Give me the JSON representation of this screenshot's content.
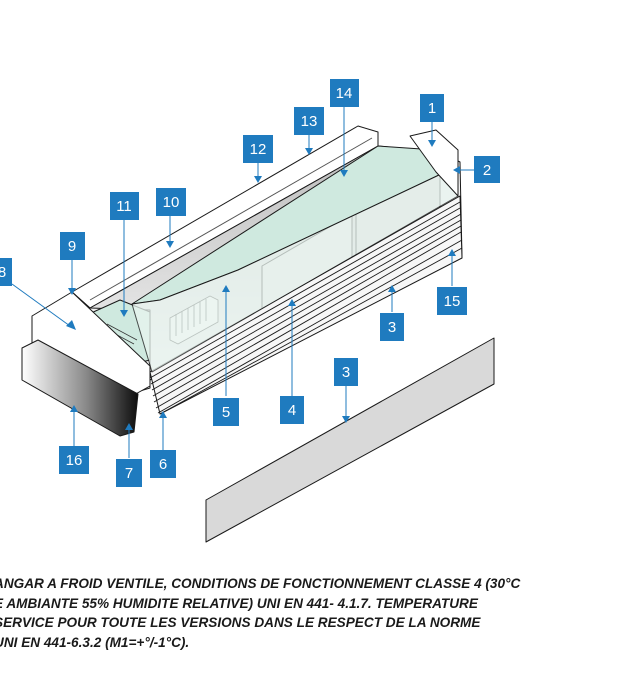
{
  "figure": {
    "callouts": [
      {
        "id": "callout-1",
        "label": "1"
      },
      {
        "id": "callout-2",
        "label": "2"
      },
      {
        "id": "callout-3a",
        "label": "3"
      },
      {
        "id": "callout-3b",
        "label": "3"
      },
      {
        "id": "callout-4",
        "label": "4"
      },
      {
        "id": "callout-5",
        "label": "5"
      },
      {
        "id": "callout-6",
        "label": "6"
      },
      {
        "id": "callout-7",
        "label": "7"
      },
      {
        "id": "callout-8",
        "label": "8"
      },
      {
        "id": "callout-9",
        "label": "9"
      },
      {
        "id": "callout-10",
        "label": "10"
      },
      {
        "id": "callout-11",
        "label": "11"
      },
      {
        "id": "callout-12",
        "label": "12"
      },
      {
        "id": "callout-13",
        "label": "13"
      },
      {
        "id": "callout-14",
        "label": "14"
      },
      {
        "id": "callout-15",
        "label": "15"
      },
      {
        "id": "callout-16",
        "label": "16"
      }
    ],
    "colors": {
      "callout_fill": "#1f7bbf",
      "glass_tint": "#cfe9df",
      "panel_grey": "#d9d9d9",
      "outline": "#1a1a1a"
    }
  },
  "caption": {
    "lines": [
      "ANGAR A FROID VENTILE, CONDITIONS DE FONCTIONNEMENT CLASSE 4 (30°C",
      "E AMBIANTE 55% HUMIDITE RELATIVE) UNI EN 441- 4.1.7. TEMPERATURE",
      "SERVICE POUR TOUTE LES VERSIONS DANS LE RESPECT DE LA NORME",
      "UNI EN 441-6.3.2  (M1=+°/-1°C)."
    ]
  }
}
